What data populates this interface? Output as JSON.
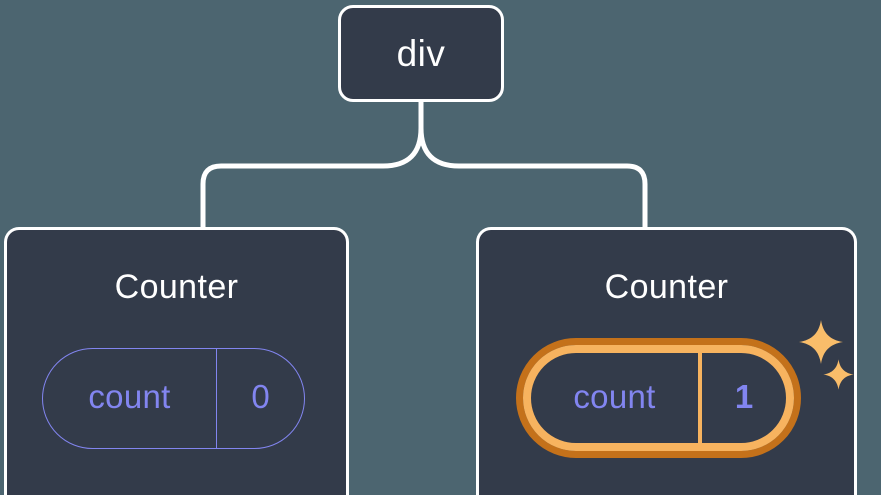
{
  "diagram": {
    "type": "component-tree",
    "background_color": "#4c6570",
    "node_fill_color": "#333b4a",
    "node_border_color": "#ffffff",
    "edge_color": "#ffffff",
    "state_color": "#8285f0",
    "highlight_outer_color": "#c4711a",
    "highlight_inner_color": "#f7b35f",
    "sparkle_color": "#f9bd6a"
  },
  "root": {
    "label": "div"
  },
  "children": [
    {
      "title": "Counter",
      "state": {
        "key": "count",
        "value": "0",
        "highlighted": false
      }
    },
    {
      "title": "Counter",
      "state": {
        "key": "count",
        "value": "1",
        "highlighted": true
      }
    }
  ]
}
